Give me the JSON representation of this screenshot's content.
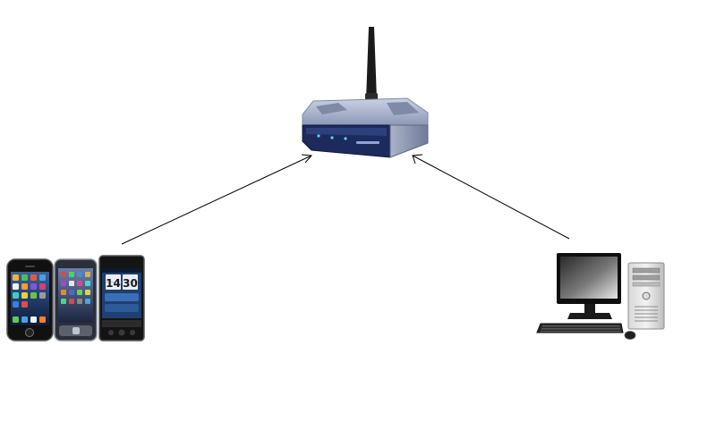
{
  "diagram": {
    "nodes": [
      {
        "id": "router",
        "kind": "wireless-router",
        "antenna_count": 1
      },
      {
        "id": "phones",
        "kind": "mobile-phones",
        "device_count": 3
      },
      {
        "id": "desktop",
        "kind": "desktop-computer"
      }
    ],
    "edges": [
      {
        "from": "phones",
        "to": "router",
        "directed": true
      },
      {
        "from": "desktop",
        "to": "router",
        "directed": true
      }
    ],
    "phone_clock": {
      "hours": "14",
      "minutes": "30"
    }
  },
  "colors": {
    "background": "#ffffff",
    "arrow": "#000000",
    "router_body": "#9aa6c2",
    "router_panel": "#1c2a5c",
    "device_dark": "#1a1a1a",
    "screen_blue": "#2f6fd0"
  }
}
